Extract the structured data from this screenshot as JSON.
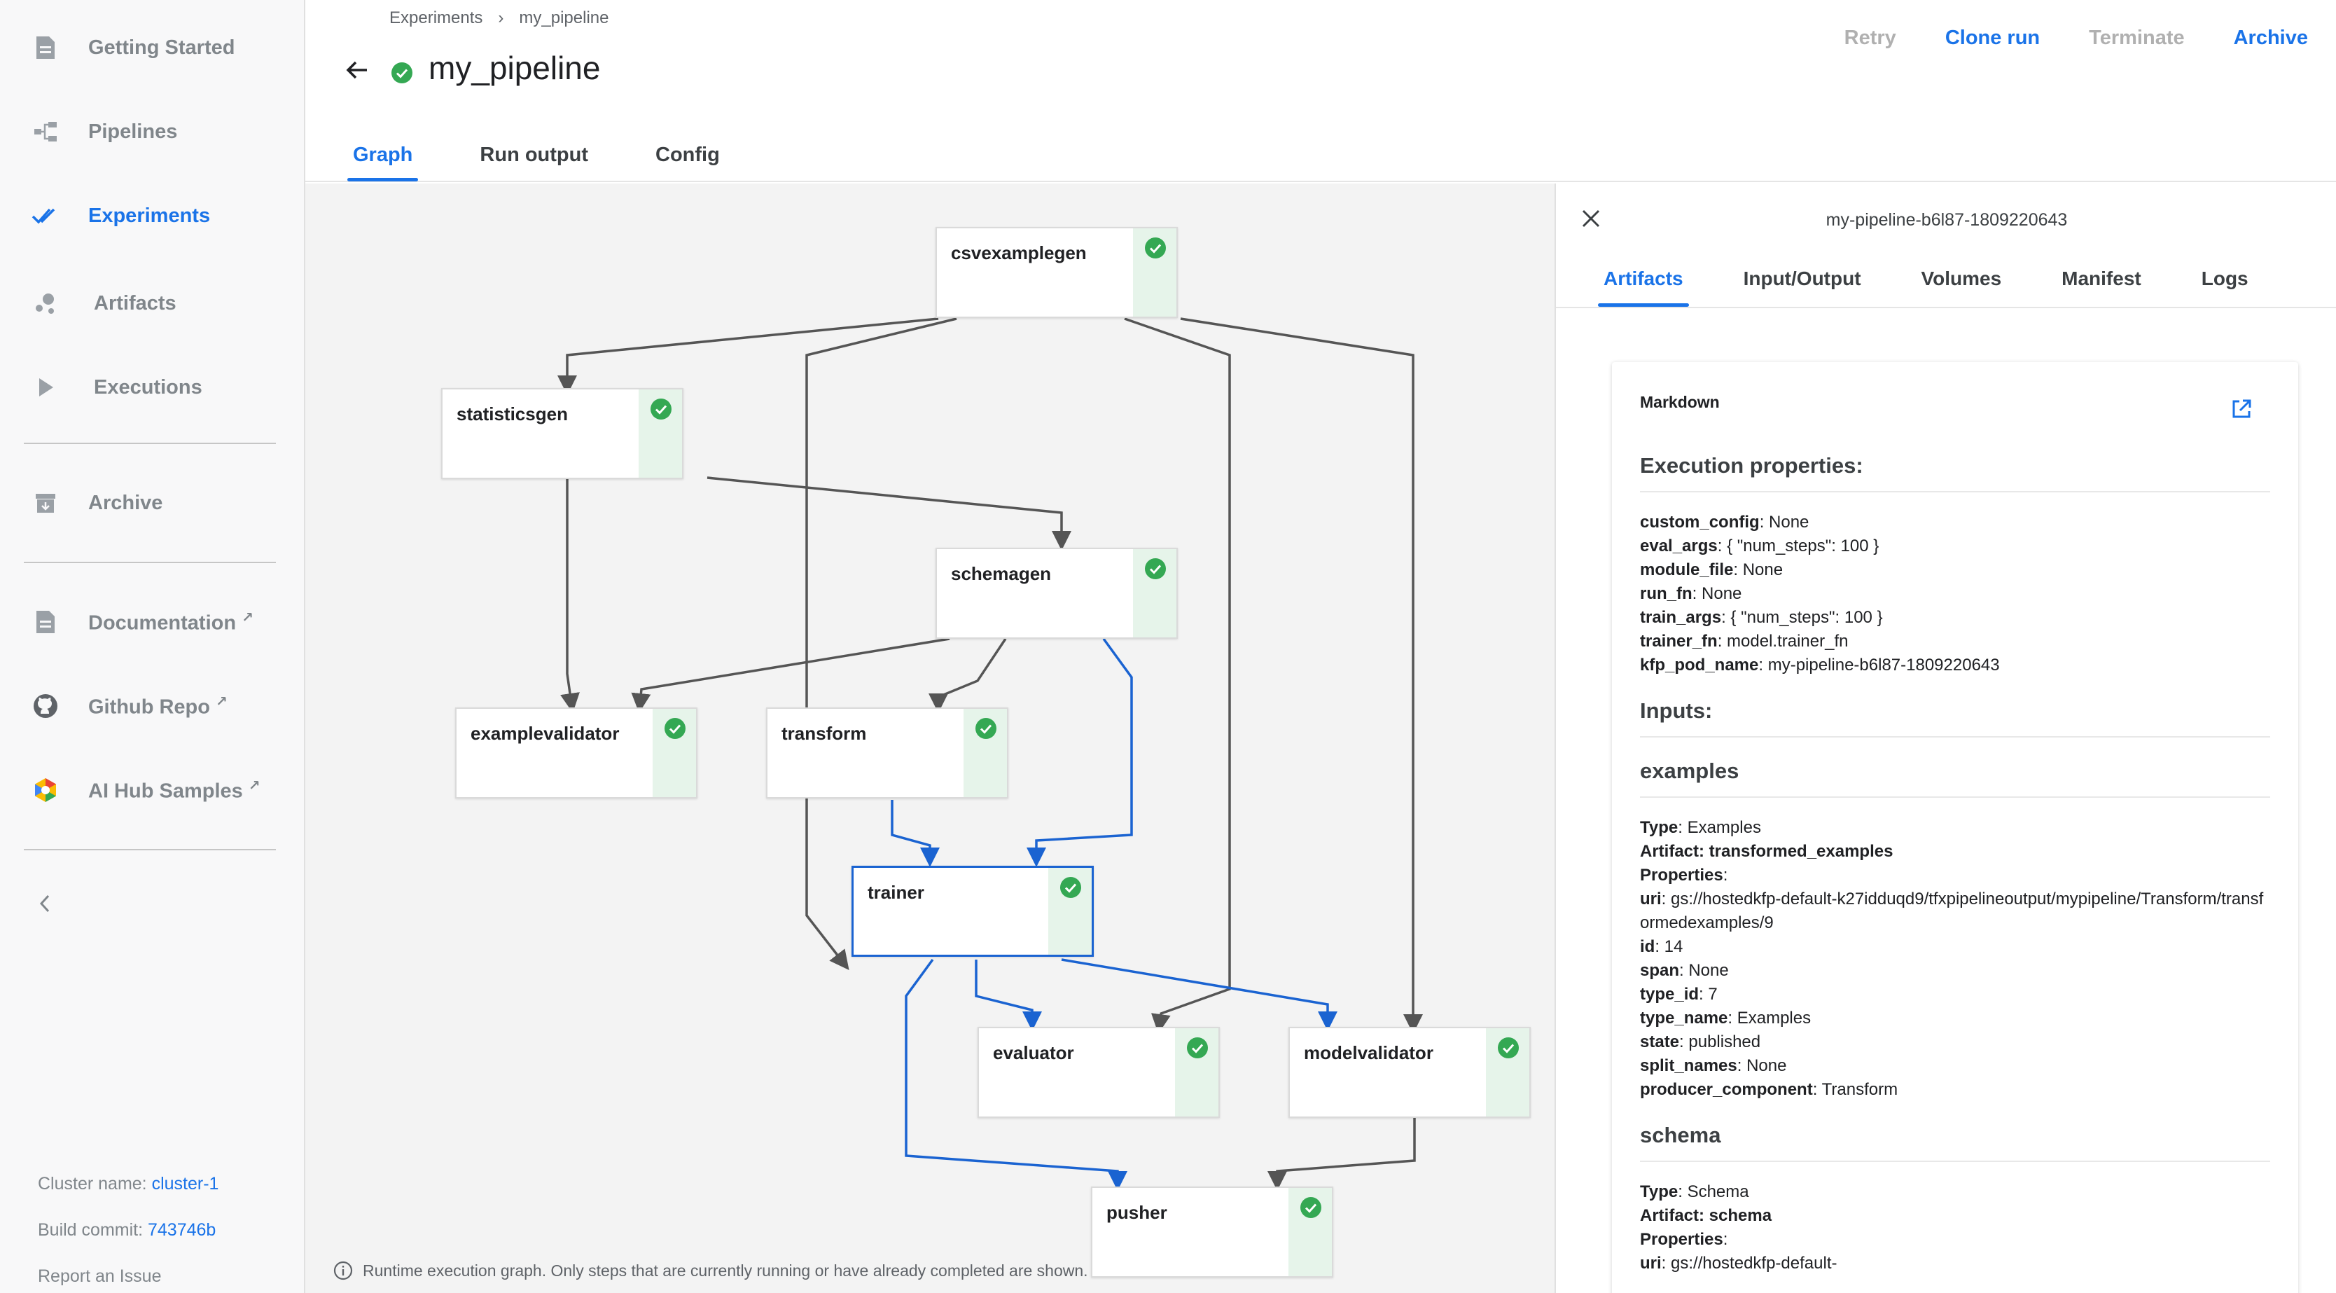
{
  "sidebar": {
    "items": [
      {
        "label": "Getting Started",
        "icon": "document-icon",
        "external": false
      },
      {
        "label": "Pipelines",
        "icon": "pipeline-icon",
        "external": false
      },
      {
        "label": "Experiments",
        "icon": "experiments-icon",
        "external": false,
        "active": true
      },
      {
        "label": "Artifacts",
        "icon": "artifacts-icon",
        "external": false
      },
      {
        "label": "Executions",
        "icon": "play-icon",
        "external": false
      },
      {
        "label": "Archive",
        "icon": "archive-icon",
        "external": false
      },
      {
        "label": "Documentation",
        "icon": "document-icon",
        "external": true
      },
      {
        "label": "Github Repo",
        "icon": "github-icon",
        "external": true
      },
      {
        "label": "AI Hub Samples",
        "icon": "ai-hub-icon",
        "external": true
      }
    ],
    "cluster_label": "Cluster name:",
    "cluster_value": "cluster-1",
    "build_label": "Build commit:",
    "build_value": "743746b",
    "report_issue": "Report an Issue"
  },
  "header": {
    "breadcrumb": [
      "Experiments",
      "my_pipeline"
    ],
    "breadcrumb_sep": "›",
    "title": "my_pipeline",
    "actions": {
      "retry": "Retry",
      "clone": "Clone run",
      "terminate": "Terminate",
      "archive": "Archive"
    },
    "tabs": [
      "Graph",
      "Run output",
      "Config"
    ]
  },
  "graph": {
    "nodes": [
      "csvexamplegen",
      "statisticsgen",
      "schemagen",
      "examplevalidator",
      "transform",
      "trainer",
      "evaluator",
      "modelvalidator",
      "pusher"
    ],
    "selected_node": "trainer",
    "note": "Runtime execution graph. Only steps that are currently running or have already completed are shown."
  },
  "panel": {
    "title": "my-pipeline-b6l87-1809220643",
    "tabs": [
      "Artifacts",
      "Input/Output",
      "Volumes",
      "Manifest",
      "Logs"
    ],
    "card_title": "Markdown",
    "exec_heading": "Execution properties:",
    "exec_props": [
      {
        "k": "custom_config",
        "v": ": None"
      },
      {
        "k": "eval_args",
        "v": ": { \"num_steps\": 100 }"
      },
      {
        "k": "module_file",
        "v": ": None"
      },
      {
        "k": "run_fn",
        "v": ": None"
      },
      {
        "k": "train_args",
        "v": ": { \"num_steps\": 100 }"
      },
      {
        "k": "trainer_fn",
        "v": ": model.trainer_fn"
      },
      {
        "k": "kfp_pod_name",
        "v": ": my-pipeline-b6l87-1809220643"
      }
    ],
    "inputs_heading": "Inputs:",
    "examples_heading": "examples",
    "examples": {
      "type_k": "Type",
      "type_v": ": Examples",
      "artifact": "Artifact: transformed_examples",
      "properties": "Properties",
      "uri_k": "uri",
      "uri_v": ": gs://hostedkfp-default-k27idduqd9/tfxpipelineoutput/mypipeline/Transform/transformedexamples/9",
      "props": [
        {
          "k": "id",
          "v": ": 14"
        },
        {
          "k": "span",
          "v": ": None"
        },
        {
          "k": "type_id",
          "v": ": 7"
        },
        {
          "k": "type_name",
          "v": ": Examples"
        },
        {
          "k": "state",
          "v": ": published"
        },
        {
          "k": "split_names",
          "v": ": None"
        },
        {
          "k": "producer_component",
          "v": ": Transform"
        }
      ]
    },
    "schema_heading": "schema",
    "schema": {
      "type_k": "Type",
      "type_v": ": Schema",
      "artifact": "Artifact: schema",
      "properties": "Properties",
      "uri_k": "uri",
      "uri_v": ": gs://hostedkfp-default-"
    }
  }
}
